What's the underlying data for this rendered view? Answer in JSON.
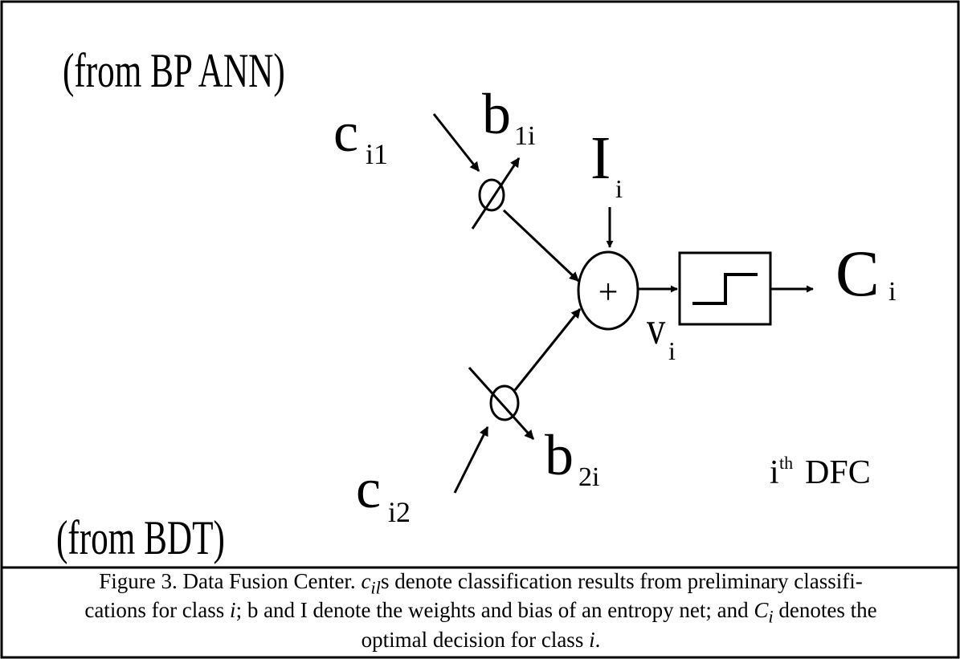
{
  "diagram": {
    "source_top": "(from BP ANN)",
    "source_bottom": "(from BDT)",
    "input_top": {
      "base": "c",
      "sub": "i1"
    },
    "input_bottom": {
      "base": "c",
      "sub": "i2"
    },
    "weight_top": {
      "base": "b",
      "sub": "1i"
    },
    "weight_bottom": {
      "base": "b",
      "sub": "2i"
    },
    "bias": {
      "base": "I",
      "sub": "i"
    },
    "sum_symbol": "+",
    "activation": {
      "base": "v",
      "sub": "i"
    },
    "output": {
      "base": "C",
      "sub": "i"
    },
    "dfc_label": {
      "base": "i",
      "sup": "th",
      "rest": "DFC"
    }
  },
  "caption": {
    "line1_a": "Figure 3.  Data Fusion Center.  ",
    "line1_var": "c",
    "line1_sub": "il",
    "line1_b": "s denote classification results from preliminary classifi-",
    "line2_a": "cations for class ",
    "line2_i1": "i",
    "line2_b": "; b and I denote the weights and bias of an entropy net; and ",
    "line2_var": "C",
    "line2_sub": "i",
    "line2_c": " denotes the",
    "line3_a": "optimal decision for class ",
    "line3_i": "i",
    "line3_b": "."
  }
}
